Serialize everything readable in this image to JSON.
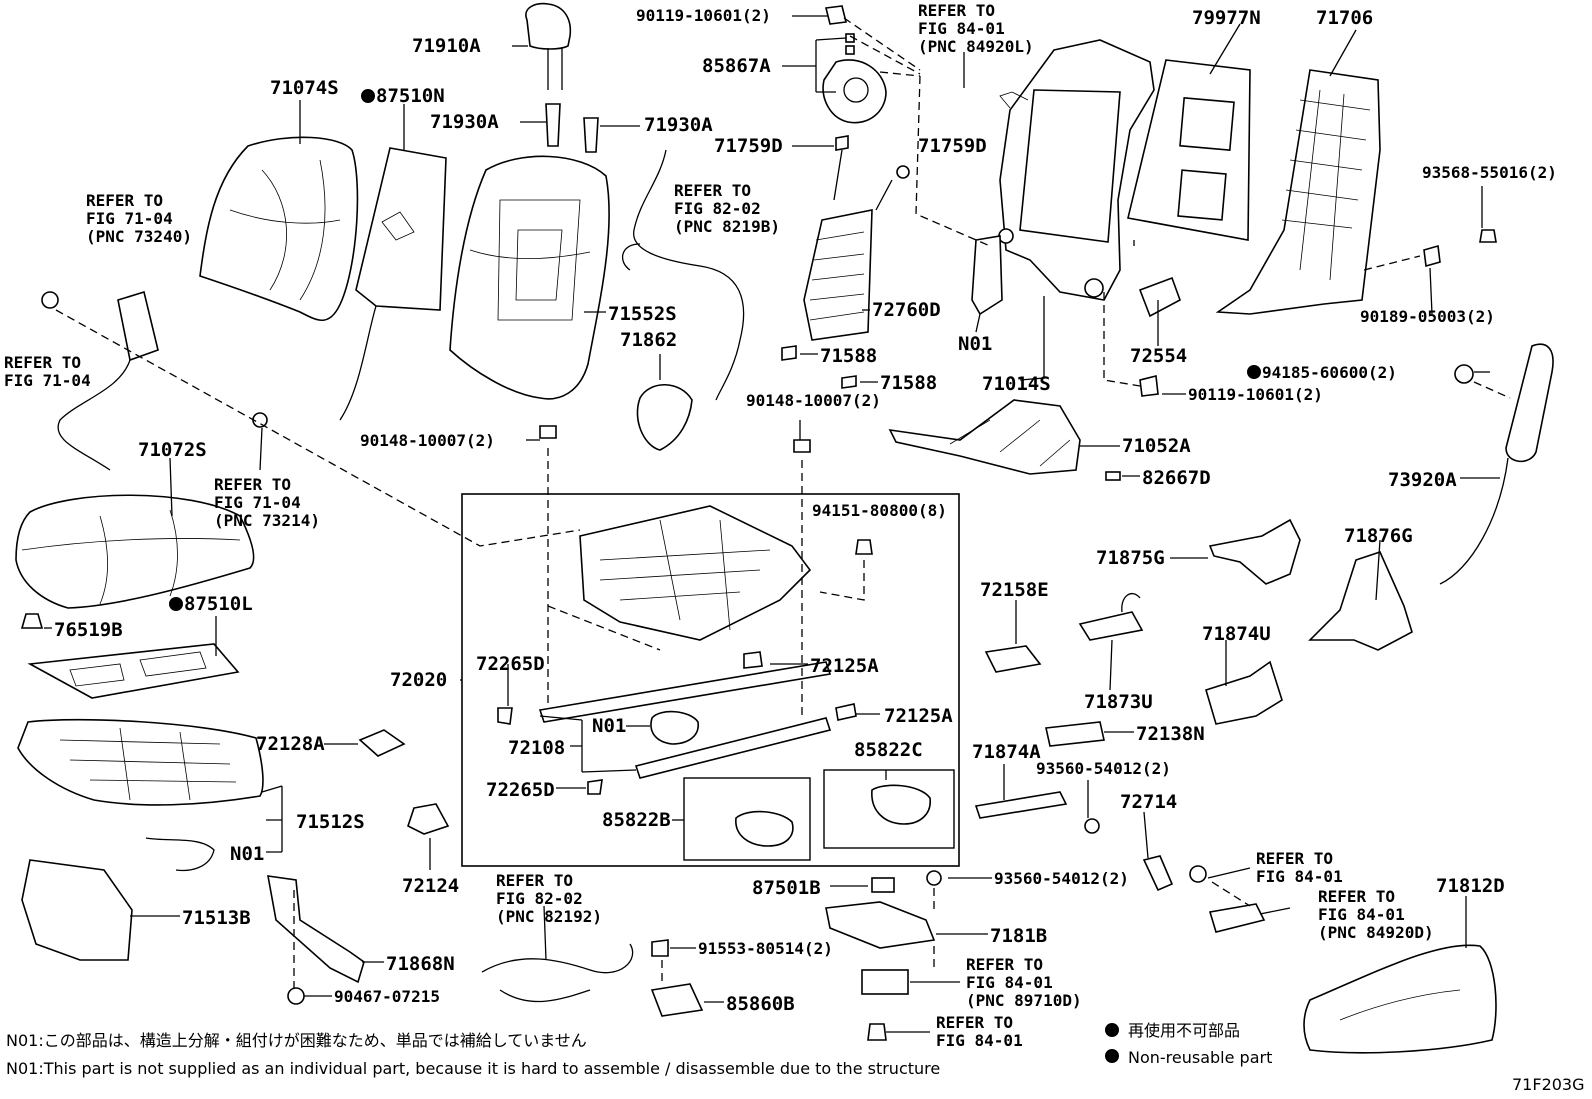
{
  "labels": {
    "p71910A": "71910A",
    "p71074S": "71074S",
    "p87510N": "87510N",
    "p71930A_l": "71930A",
    "p71930A_r": "71930A",
    "p90119_top": "90119-10601(2)",
    "p85867A": "85867A",
    "p71759D_l": "71759D",
    "p71759D_r": "71759D",
    "p79977N": "79977N",
    "p71706": "71706",
    "p93568": "93568-55016(2)",
    "p90189": "90189-05003(2)",
    "p71552S": "71552S",
    "p71862": "71862",
    "p72760D": "72760D",
    "pN01_frame": "N01",
    "p71014S": "71014S",
    "p72554": "72554",
    "p71588_a": "71588",
    "p71588_b": "71588",
    "p90148_l": "90148-10007(2)",
    "p90148_r": "90148-10007(2)",
    "p90119_mid": "90119-10601(2)",
    "p94185": "94185-60600(2)",
    "p71052A": "71052A",
    "p82667D": "82667D",
    "p73920A": "73920A",
    "p71072S": "71072S",
    "p94151": "94151-80800(8)",
    "p87510L": "87510L",
    "p76519B": "76519B",
    "p71875G": "71875G",
    "p71876G": "71876G",
    "p72158E": "72158E",
    "p72265D_a": "72265D",
    "p72125A_a": "72125A",
    "p72020": "72020",
    "p71873U": "71873U",
    "p71874U": "71874U",
    "p72125A_b": "72125A",
    "pN01_rail": "N01",
    "p72108": "72108",
    "p72138N": "72138N",
    "p72128A": "72128A",
    "p85822C": "85822C",
    "p71874A": "71874A",
    "p93560_a": "93560-54012(2)",
    "p72714": "72714",
    "p72265D_b": "72265D",
    "p85822B": "85822B",
    "p71512S": "71512S",
    "pN01_cush": "N01",
    "p87501B": "87501B",
    "p93560_b": "93560-54012(2)",
    "p71812D": "71812D",
    "p72124": "72124",
    "p71513B": "71513B",
    "p7181B": "7181B",
    "p91553": "91553-80514(2)",
    "p71868N": "71868N",
    "p85860B": "85860B",
    "p90467": "90467-07215"
  },
  "refs": {
    "r1": [
      "REFER TO",
      "FIG 84-01",
      "(PNC 84920L)"
    ],
    "r2": [
      "REFER TO",
      "FIG 71-04",
      "(PNC 73240)"
    ],
    "r3": [
      "REFER TO",
      "FIG 82-02",
      "(PNC 8219B)"
    ],
    "r4": [
      "REFER TO",
      "FIG 71-04"
    ],
    "r5": [
      "REFER TO",
      "FIG 71-04",
      "(PNC 73214)"
    ],
    "r6": [
      "REFER TO",
      "FIG 84-01"
    ],
    "r7": [
      "REFER TO",
      "FIG 84-01",
      "(PNC 84920D)"
    ],
    "r8": [
      "REFER TO",
      "FIG 82-02",
      "(PNC 82192)"
    ],
    "r9": [
      "REFER TO",
      "FIG 84-01",
      "(PNC 89710D)"
    ],
    "r10": [
      "REFER TO",
      "FIG 84-01"
    ]
  },
  "legend": {
    "jp": "再使用不可部品",
    "en": "Non-reusable part"
  },
  "footnotes": {
    "jp": "N01:この部品は、構造上分解・組付けが困難なため、単品では補給していません",
    "en": "N01:This part is not supplied as an individual part, because it is hard to assemble / disassemble due to the structure"
  },
  "figure_id": "71F203G",
  "icons": {
    "bullet": "filled-circle-icon"
  }
}
